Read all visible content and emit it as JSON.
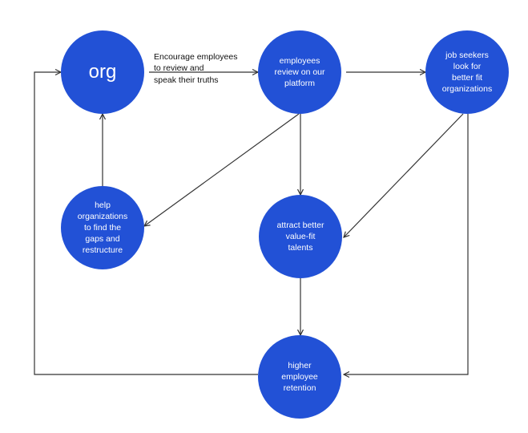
{
  "diagram": {
    "nodes": {
      "org": "org",
      "employees_review": "employees\nreview on our\nplatform",
      "job_seekers": "job seekers\nlook for\nbetter fit\norganizations",
      "help_orgs": "help\norganizations\nto find the\ngaps and\nrestructure",
      "attract_talents": "attract better\nvalue-fit\ntalents",
      "higher_retention": "higher\nemployee\nretention"
    },
    "edge_labels": {
      "org_to_review": "Encourage employees\nto review and\nspeak their truths"
    },
    "colors": {
      "node_fill": "#2251d6",
      "node_text": "#ffffff",
      "edge": "#333333"
    }
  }
}
